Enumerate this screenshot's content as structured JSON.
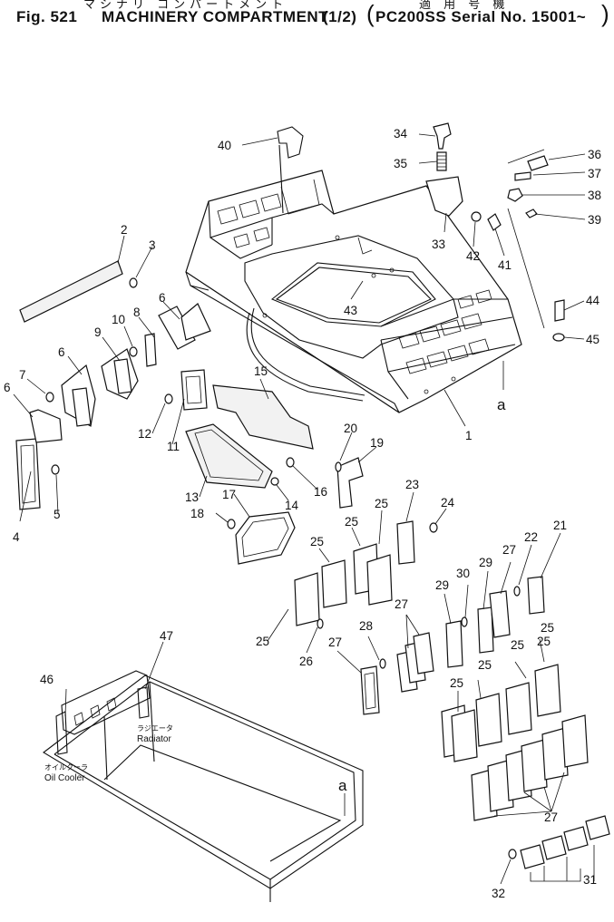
{
  "header": {
    "fig_label": "Fig. 521",
    "title": "MACHINERY COMPARTMENT",
    "title_fraction": "(1/2)",
    "title_jp": "マシナリ コンパートメント",
    "applicable_jp": "適 用 号 機",
    "applicability": "PC200SS Serial No. 15001~"
  },
  "notes": {
    "radiator_jp": "ラジエータ",
    "radiator": "Radiator",
    "oil_cooler_jp": "オイルクーラ",
    "oil_cooler": "Oil Cooler"
  },
  "callouts": [
    "1",
    "2",
    "3",
    "4",
    "5",
    "6",
    "6",
    "6",
    "7",
    "8",
    "9",
    "10",
    "11",
    "12",
    "13",
    "14",
    "15",
    "16",
    "17",
    "18",
    "19",
    "20",
    "21",
    "22",
    "23",
    "24",
    "25",
    "25",
    "25",
    "25",
    "25",
    "25",
    "25",
    "25",
    "25",
    "26",
    "27",
    "27",
    "27",
    "27",
    "27",
    "28",
    "29",
    "29",
    "29",
    "30",
    "31",
    "32",
    "33",
    "34",
    "35",
    "36",
    "37",
    "38",
    "39",
    "40",
    "41",
    "42",
    "43",
    "44",
    "45",
    "46",
    "47",
    "a",
    "a"
  ]
}
